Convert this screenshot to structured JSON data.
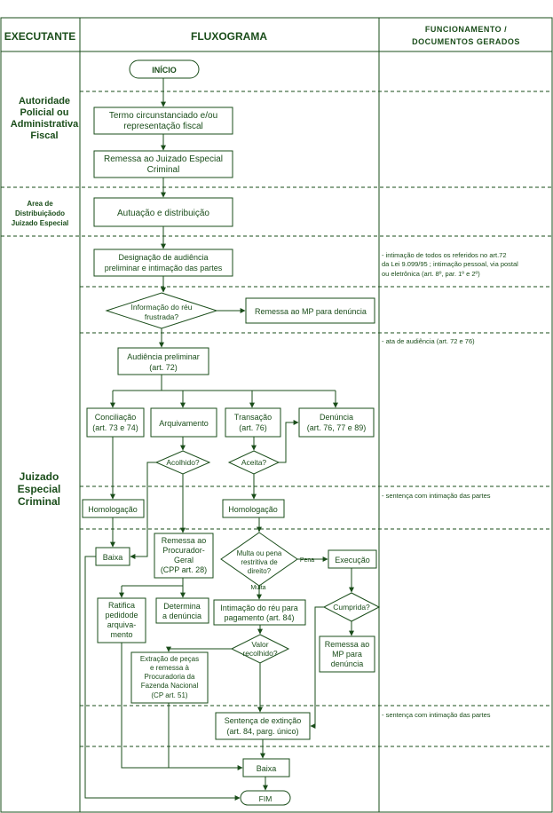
{
  "header": {
    "executante": "EXECUTANTE",
    "fluxograma": "FLUXOGRAMA",
    "funcionamento_1": "FUNCIONAMENTO /",
    "funcionamento_2": "DOCUMENTOS GERADOS"
  },
  "actors": {
    "autoridade": [
      "Autoridade",
      "Policial ou",
      "Administrativa",
      "Fiscal"
    ],
    "area": [
      "Area de",
      "Distribuiçãodo",
      "Juizado Especial"
    ],
    "juizado": [
      "Juizado",
      "Especial",
      "Criminal"
    ]
  },
  "nodes": {
    "inicio": "INÍCIO",
    "termo": [
      "Termo circunstanciado e/ou",
      "representação fiscal"
    ],
    "remessa_juizado": [
      "Remessa ao Juizado Especial",
      "Criminal"
    ],
    "autuacao": "Autuação e distribuição",
    "designacao": [
      "Designação de audiência",
      "preliminar e intimação das partes"
    ],
    "informacao": [
      "Informação do réu",
      "frustrada?"
    ],
    "remessa_mp": "Remessa ao MP para denúncia",
    "audiencia": [
      "Audiência preliminar",
      "(art. 72)"
    ],
    "conciliacao": [
      "Conciliação",
      "(art. 73 e 74)"
    ],
    "arquivamento": "Arquivamento",
    "transacao": [
      "Transação",
      "(art. 76)"
    ],
    "denuncia": [
      "Denúncia",
      "(art. 76, 77 e 89)"
    ],
    "acolhido": "Acolhido?",
    "aceita": "Aceita?",
    "homologacao_1": "Homologação",
    "homologacao_2": "Homologação",
    "baixa_1": "Baixa",
    "remessa_procurador": [
      "Remessa ao",
      "Procurador-",
      "Geral",
      "(CPP art. 28)"
    ],
    "multa": [
      "Multa ou pena",
      "restritiva de",
      "direito?"
    ],
    "pena_label": "Pena",
    "multa_label": "Multa",
    "execucao": "Execução",
    "ratifica": [
      "Ratifica",
      "pedidode",
      "arquiva-",
      "mento"
    ],
    "determina": [
      "Determina",
      "a denúncia"
    ],
    "intimacao": [
      "Intimação do réu para",
      "pagamento (art. 84)"
    ],
    "cumprida": "Cumprida?",
    "valor": [
      "Valor",
      "recolhido?"
    ],
    "extracao": [
      "Extração de peças",
      "e remessa à",
      "Procuradoria da",
      "Fazenda Nacional",
      "(CP art. 51)"
    ],
    "remessa_mp_2": [
      "Remessa ao",
      "MP para",
      "denúncia"
    ],
    "sentenca": [
      "Sentença de extinção",
      "(art. 84, parg. único)"
    ],
    "baixa_2": "Baixa",
    "fim": "FIM"
  },
  "notes": {
    "intimacao": [
      "- intimação de todos os referidos no art.72",
      "da Lei 9.099/95 ; intimação pessoal, via postal",
      "ou   eletrônica   (art.  8º,  par.  1º  e  2º)"
    ],
    "ata": "- ata de audiência (art. 72 e 76)",
    "sentenca_1": "- sentença com intimação das partes",
    "sentenca_2": "- sentença com intimação das partes"
  },
  "colors": {
    "line": "#1a4d1a",
    "text": "#1a4d1a"
  }
}
